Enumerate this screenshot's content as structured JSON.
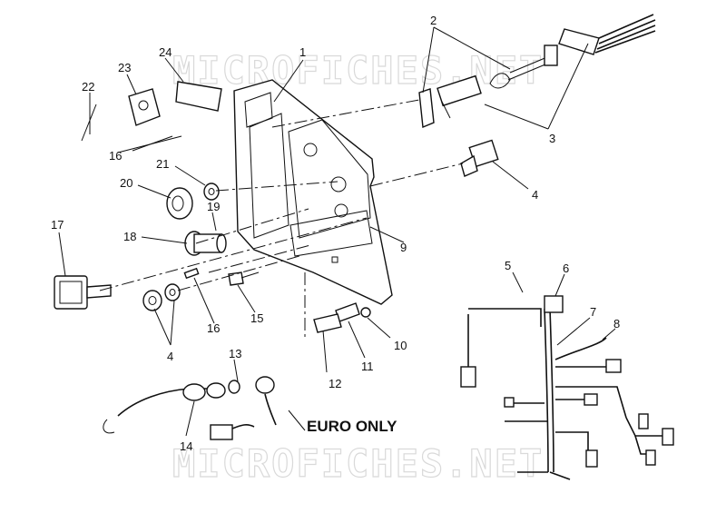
{
  "watermark": "MICROFICHES.NET",
  "euro_note": "EURO ONLY",
  "callouts": {
    "c1": "1",
    "c2": "2",
    "c3": "3",
    "c4a": "4",
    "c4b": "4",
    "c5": "5",
    "c6": "6",
    "c7": "7",
    "c8": "8",
    "c9": "9",
    "c10": "10",
    "c11": "11",
    "c12": "12",
    "c13": "13",
    "c14": "14",
    "c15": "15",
    "c16a": "16",
    "c16b": "16",
    "c17": "17",
    "c18": "18",
    "c19": "19",
    "c20": "20",
    "c21": "21",
    "c22": "22",
    "c23": "23",
    "c24": "24"
  }
}
